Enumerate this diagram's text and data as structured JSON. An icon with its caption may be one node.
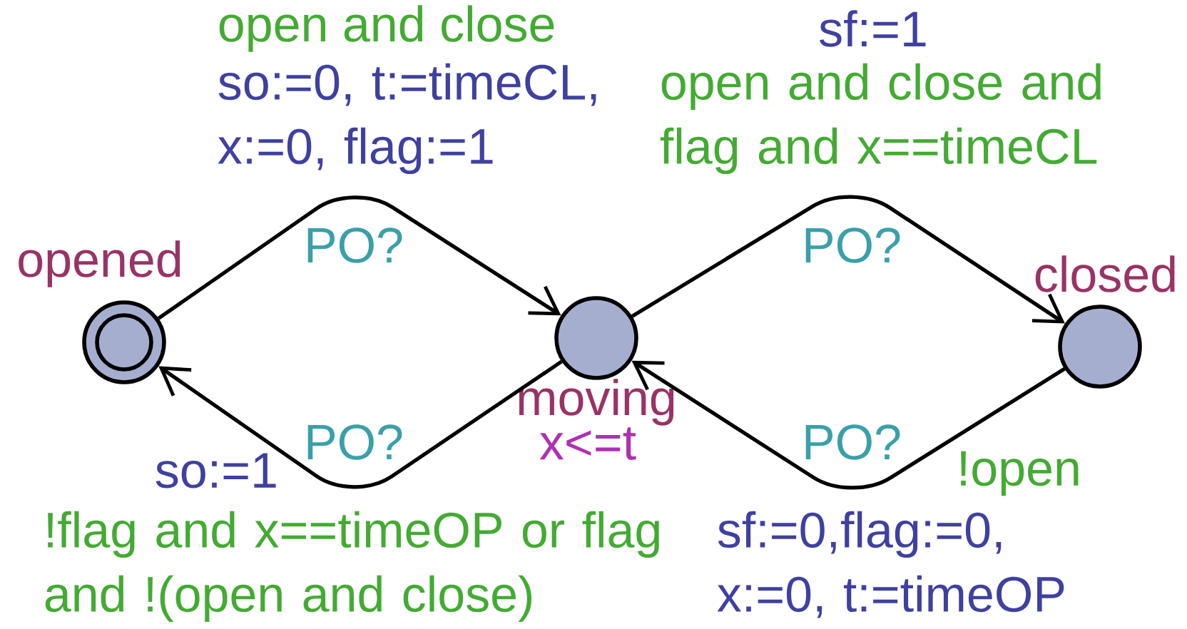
{
  "diagram": {
    "nodes": [
      {
        "text": [
          "opened"
        ]
      },
      {
        "text": [
          "moving",
          "x<=t"
        ]
      },
      {
        "text": [
          "closed"
        ]
      }
    ],
    "edges": [
      {
        "from": 0,
        "to": 1,
        "arrow": "to",
        "label": "PO?"
      },
      {
        "from": 1,
        "to": 2,
        "arrow": "to",
        "label": "PO?"
      },
      {
        "from": 2,
        "to": 1,
        "arrow": "to",
        "label": "PO?"
      },
      {
        "from": 1,
        "to": 0,
        "arrow": "to",
        "label": "PO?"
      }
    ],
    "labels": [
      "open and close",
      "so:=0, t:=timeCL, x:=0, flag:=1",
      "sf:=1",
      "open and close and flag and x==timeCL",
      "so:=1",
      "!open",
      "!flag and x==timeOP or flag and !(open and close)",
      "sf:=0,flag:=0, x:=0, t:=timeOP"
    ]
  }
}
